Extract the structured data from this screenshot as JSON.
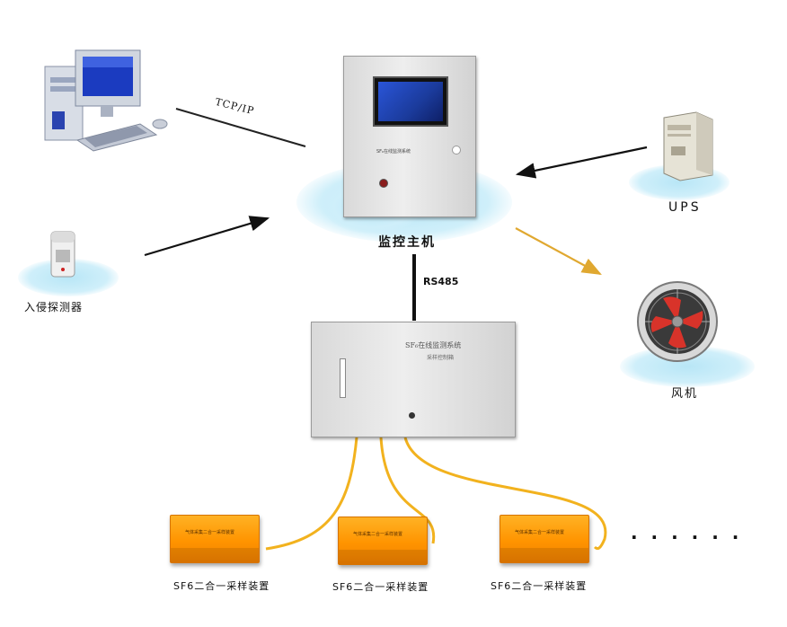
{
  "connections": {
    "tcp_label": "TCP/IP",
    "bus_label": "RS485"
  },
  "monitor_host": {
    "label": "监控主机",
    "panel_text": "SF₆在线监测系统"
  },
  "collector": {
    "title": "SF₆在线监测系统",
    "subtitle": "采样控制箱"
  },
  "devices": {
    "ups_label": "UPS",
    "intrusion_label": "入侵探测器",
    "fan_label": "风机"
  },
  "samplers": [
    {
      "label": "SF6二合一采样装置",
      "plate": "气体采集二合一采样装置"
    },
    {
      "label": "SF6二合一采样装置",
      "plate": "气体采集二合一采样装置"
    },
    {
      "label": "SF6二合一采样装置",
      "plate": "气体采集二合一采样装置"
    }
  ],
  "ellipsis": "· · · · · ·",
  "colors": {
    "cloud": "#c6ecf8",
    "cabinet": "#e2e2e2",
    "sampler": "#ff9a00",
    "cable": "#f2b21e",
    "arrow": "#111111",
    "fan_arrow": "#e0a830",
    "screen": "#1e3a9c"
  }
}
